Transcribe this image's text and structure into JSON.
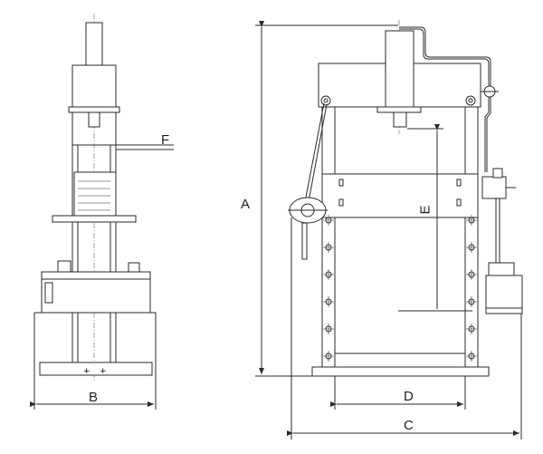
{
  "labels": {
    "A": "A",
    "B": "B",
    "C": "C",
    "D": "D",
    "E": "E",
    "F": "F"
  },
  "colors": {
    "line": "#2a2a2a",
    "background": "#ffffff"
  }
}
